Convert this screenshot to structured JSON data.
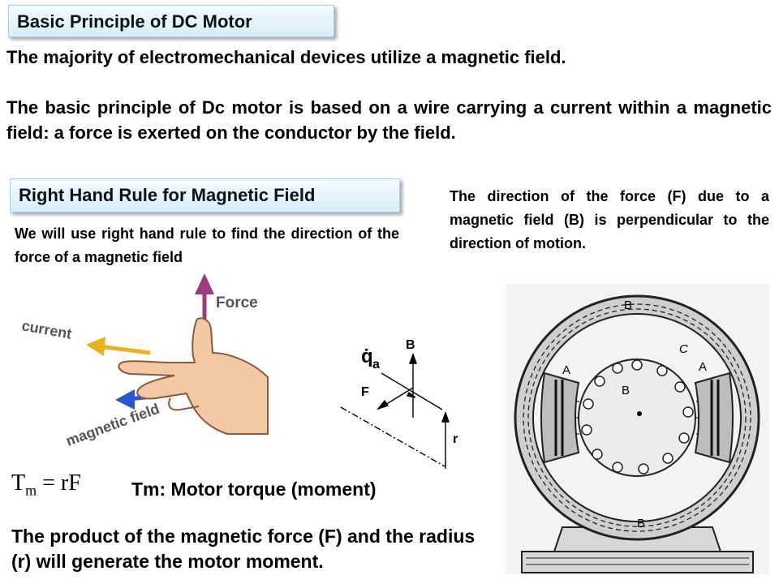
{
  "slide": {
    "title": "Basic Principle of DC Motor",
    "para1": "The majority of electromechanical devices utilize a magnetic field.",
    "para2": "The basic principle of Dc motor is based on a wire carrying a current within a magnetic field: a force is exerted on the conductor by the field.",
    "subtitle": "Right Hand Rule for Magnetic Field",
    "rule_text": "We will use right hand rule to find the direction of the force of a magnetic field",
    "direction_text": "The direction of the force (F) due to a magnetic field (B) is perpendicular to the direction of motion.",
    "hand_labels": {
      "force": "Force",
      "current": "current",
      "field": "magnetic field"
    },
    "vector_labels": {
      "q": "q̇",
      "q_sub": "a",
      "b": "B",
      "f": "F",
      "r": "r"
    },
    "formula": {
      "lhs": "T",
      "lhs_sub": "m",
      "rhs": "= rF"
    },
    "torque_label": "Tm: Motor torque (moment)",
    "product_text": "The product of the magnetic force (F) and the radius (r) will generate the motor moment.",
    "motor_labels": {
      "b_top": "B",
      "b_mid": "B",
      "b_bottom": "B",
      "a_left": "A",
      "a_right": "A",
      "c": "C"
    }
  },
  "colors": {
    "header_bg": "#d6eef9",
    "force_arrow": "#9b3d7c",
    "current_arrow": "#e9b21a",
    "field_arrow": "#2a56d1"
  }
}
